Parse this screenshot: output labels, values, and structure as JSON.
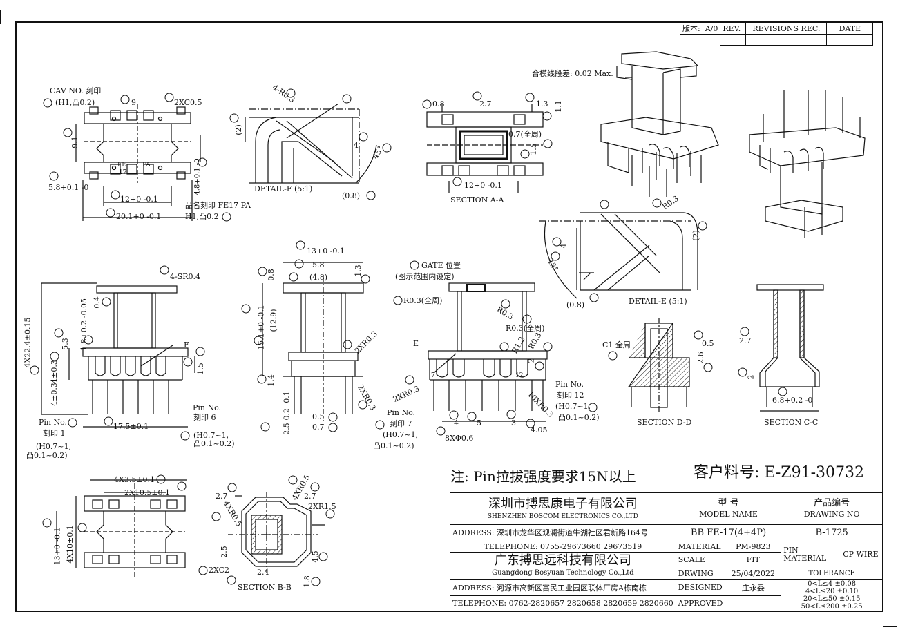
{
  "revision_block": {
    "version_label": "版本:",
    "version_value": "A/0",
    "rev_label": "REV.",
    "revisions_label": "REVISIONS REC.",
    "date_label": "DATE"
  },
  "views": {
    "top_view": {
      "cav_label": "CAV NO. 刻印",
      "cav_spec": "(H1,凸0.2)",
      "dim_9": "9",
      "chamfer": "2XC0.5",
      "dim_9_1": "9.1",
      "dim_4_8": "4.8+0.1 -0",
      "dim_5_8": "5.8+0.1 -0",
      "dim_12": "12+0 -0.1",
      "dim_20_1": "20.1+0 -0.1",
      "name_mark": "品名刻印 FE17 PA",
      "name_mark_spec": "H1,凸0.2",
      "fe_mark": "FE",
      "num_mark": "17",
      "pa_mark": "PA"
    },
    "detail_f": {
      "radius": "4-R0.3",
      "dim_2": "(2)",
      "dim_4": "4",
      "angle": "45°",
      "dim_0_8": "(0.8)",
      "caption": "DETAIL-F (5:1)"
    },
    "section_aa": {
      "dim_0_8": "0.8",
      "dim_2_7": "2.7",
      "dim_1_3": "1.3",
      "dim_1_1": "1.1",
      "wall": "0.7(全周)",
      "dim_1_5": "1.5",
      "dim_12": "12+0 -0.1",
      "caption": "SECTION A-A"
    },
    "iso_note": "合模线段差: 0.02 Max.",
    "detail_e": {
      "radius": "R0.3",
      "dim_4": "4",
      "dim_2": "(2)",
      "angle": "45°",
      "dim_0_8": "(0.8)",
      "caption": "DETAIL-E (5:1)"
    },
    "front_view": {
      "sr": "4-SR0.4",
      "dim_0_4": "0.4",
      "dim_22_4": "4X22.4±0.15",
      "dim_5_3": "5.3",
      "dim_1_8": "1.8+0.2 -0.05",
      "dim_4_3": "4±0.3",
      "dim_4": "4±0.3",
      "f_mark": "F",
      "dim_1_5": "1.5",
      "pin6": "Pin No.",
      "pin6_mark": "刻印 6",
      "pin6_spec": "(H0.7~1,",
      "pin6_spec2": "凸0.1~0.2)",
      "pin1": "Pin No.",
      "pin1_mark": "刻印 1",
      "pin1_spec": "(H0.7~1,",
      "pin1_spec2": "凸0.1~0.2)",
      "dim_17_5": "17.5±0.1"
    },
    "side_view": {
      "dim_13": "13+0 -0.1",
      "dim_5_8": "5.8",
      "dim_4_8": "(4.8)",
      "dim_0_8": "0.8",
      "dim_1_3": "1.3",
      "dim_15_1": "15.1+0 -0.1",
      "dim_12_9": "(12.9)",
      "r_2x": "2XR0.3",
      "dim_1_4": "1.4",
      "r_2x_b": "2XR0.3",
      "dim_2_5": "2.5-0.2 -0.1",
      "dim_0_5": "0.5",
      "dim_0_7": "0.7"
    },
    "gate_view": {
      "gate": "GATE 位置",
      "gate_note": "(图示范围内设定)",
      "r_all": "R0.3(全周)",
      "r_0_3": "R0.3",
      "r_all2": "R0.3(全周)",
      "r_1_2": "R1.2",
      "r_0_3b": "R0.3",
      "e_mark": "E",
      "r_2x": "2XR0.3",
      "dim_2": "2",
      "r_10x": "10XR0.3",
      "pin12": "Pin No.",
      "pin12_mark": "刻印 12",
      "pin12_spec": "(H0.7~1,",
      "pin12_spec2": "凸0.1~0.2)",
      "pin7": "Pin No.",
      "pin7_mark": "刻印 7",
      "pin7_spec": "(H0.7~1,",
      "pin7_spec2": "凸0.1~0.2)",
      "dim_4": "4",
      "dim_5": "5",
      "dim_3": "3",
      "dim_4_05": "4.05",
      "pins": "8XΦ0.6",
      "num_12": "12",
      "num_7": "7"
    },
    "section_dd": {
      "c1": "C1 全周",
      "dim_0_5": "0.5",
      "dim_2_6": "2.6",
      "caption": "SECTION D-D"
    },
    "section_cc": {
      "dim_2_7": "2.7",
      "dim_2": "2",
      "dim_6_8": "6.8+0.2 -0",
      "caption": "SECTION C-C"
    },
    "bottom_view": {
      "dim_4x3_5": "4X3.5±0.1",
      "dim_2x10_5": "2X10.5±0.1",
      "dim_13": "13+0 -0.1",
      "dim_4x10": "4X10±0.1"
    },
    "section_bb": {
      "dim_2_7a": "2.7",
      "dim_4xr0_5": "4XR0.5",
      "dim_2_7b": "2.7",
      "dim_2xr1_5": "2XR1.5",
      "dim_4xr0_5b": "4XR0.5",
      "dim_2_5": "2.5",
      "dim_4_5": "4.5",
      "dim_2xc2": "2XC2",
      "dim_2_4": "2.4",
      "dim_1_8": "1.8",
      "caption": "SECTION B-B"
    }
  },
  "note": "注: Pin拉拔强度要求15N以上",
  "customer_part": "客户料号: E-Z91-30732",
  "title_block": {
    "company_cn": "深圳市搏思康电子有限公司",
    "company_en": "SHENZHEN BOSCOM ELECTRONICS CO.,LTD",
    "address": "ADDRESS: 深圳市龙华区观澜街道牛湖社区君新路164号",
    "telephone": "TELEPHONE: 0755-29673660 29673519",
    "company2_cn": "广东搏思远科技有限公司",
    "company2_en": "Guangdong Bosyuan Technology Co.,Ltd",
    "address2": "ADDRESS: 河源市高新区富民工业园区联体厂房A栋南栋",
    "telephone2": "TELEPHONE: 0762-2820657 2820658 2820659 2820660",
    "model_cn": "型 号",
    "model_en": "MODEL NAME",
    "model_value": "BB FE-17(4+4P)",
    "drawing_cn": "产品编号",
    "drawing_en": "DRAWING NO",
    "drawing_value": "B-1725",
    "material_label": "MATERIAL",
    "material_value": "PM-9823",
    "pin_material_label": "PIN MATERIAL",
    "pin_material_value": "CP WIRE",
    "scale_label": "SCALE",
    "scale_value": "FIT",
    "drwing_label": "DRWING",
    "drwing_value": "25/04/2022",
    "designed_label": "DESIGNED",
    "designed_value": "庄永委",
    "approved_label": "APPROVED",
    "tolerance_label": "TOLERANCE",
    "tol1": "0<L≤4 ±0.08",
    "tol2": "4<L≤20 ±0.10",
    "tol3": "20<L≤50 ±0.15",
    "tol4": "50<L≤200 ±0.25"
  }
}
